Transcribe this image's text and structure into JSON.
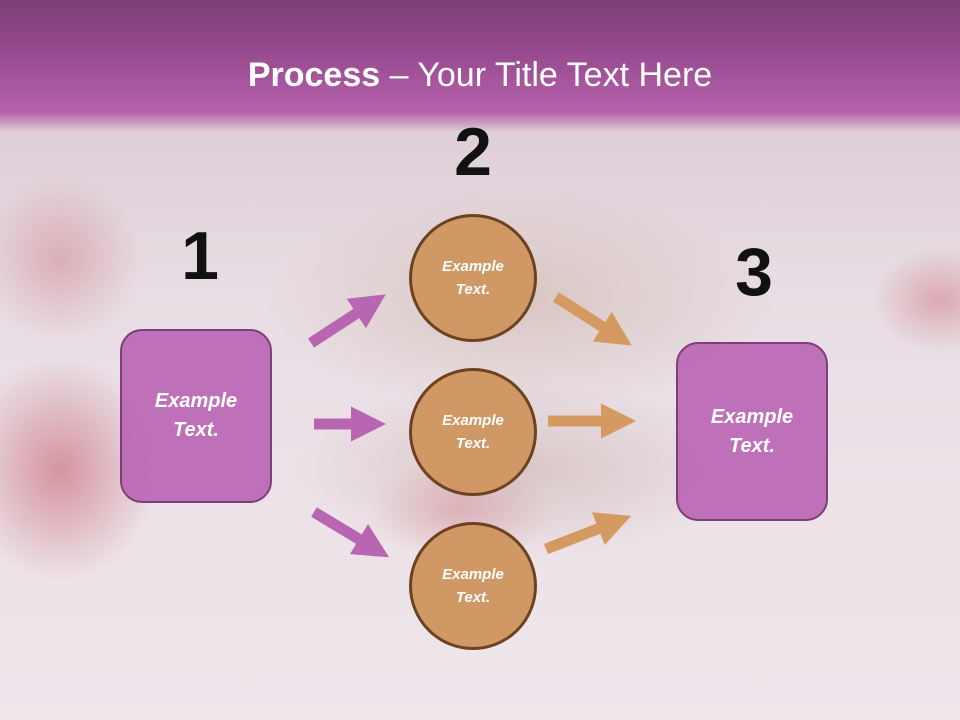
{
  "title": {
    "bold": "Process",
    "rest": " – Your Title Text Here"
  },
  "steps": {
    "one": {
      "number": "1",
      "text": "Example Text."
    },
    "two": {
      "number": "2",
      "circles": [
        {
          "text": "Example Text."
        },
        {
          "text": "Example Text."
        },
        {
          "text": "Example Text."
        }
      ]
    },
    "three": {
      "number": "3",
      "text": "Example Text."
    }
  },
  "colors": {
    "header": "#9a4d93",
    "box_fill": "#ba66b4",
    "circle_fill": "#cf9864",
    "arrow_left": "#b866b2",
    "arrow_right": "#d49a62"
  }
}
